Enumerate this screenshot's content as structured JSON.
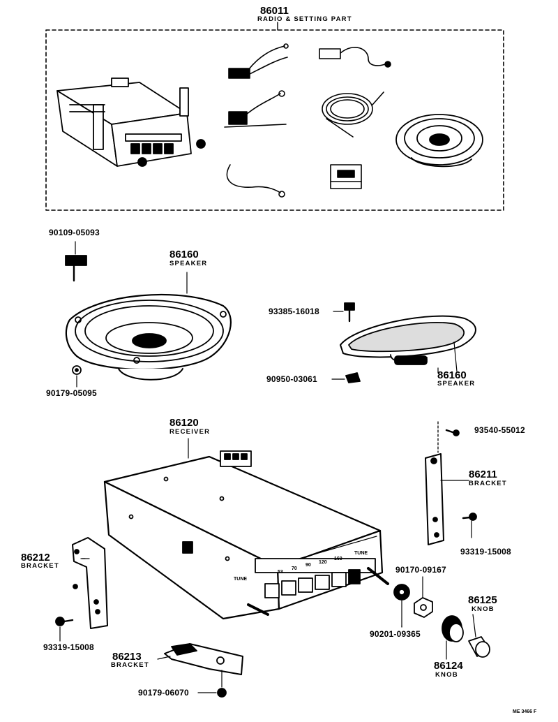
{
  "assembly": {
    "number": "86011",
    "name": "RADIO & SETTING PART"
  },
  "parts": {
    "p90109": {
      "number": "90109-05093"
    },
    "speaker_front": {
      "number": "86160",
      "name": "SPEAKER"
    },
    "p93385": {
      "number": "93385-16018"
    },
    "p90179a": {
      "number": "90179-05095"
    },
    "p90950": {
      "number": "90950-03061"
    },
    "speaker_oval": {
      "number": "86160",
      "name": "SPEAKER"
    },
    "receiver": {
      "number": "86120",
      "name": "RECEIVER"
    },
    "p93540": {
      "number": "93540-55012"
    },
    "bracket_right": {
      "number": "86211",
      "name": "BRACKET"
    },
    "p93319a": {
      "number": "93319-15008"
    },
    "bracket_left": {
      "number": "86212",
      "name": "BRACKET"
    },
    "p90170": {
      "number": "90170-09167"
    },
    "knob_outer": {
      "number": "86125",
      "name": "KNOB"
    },
    "p90201": {
      "number": "90201-09365"
    },
    "p93319b": {
      "number": "93319-15008"
    },
    "knob_inner": {
      "number": "86124",
      "name": "KNOB"
    },
    "bracket_bottom": {
      "number": "86213",
      "name": "BRACKET"
    },
    "p90179b": {
      "number": "90179-06070"
    }
  },
  "dial": {
    "tune_left": "TUNE",
    "scale": [
      "53",
      "70",
      "90",
      "120",
      "160"
    ],
    "tune_right": "TUNE"
  },
  "footer_code": "ME 3466 F"
}
